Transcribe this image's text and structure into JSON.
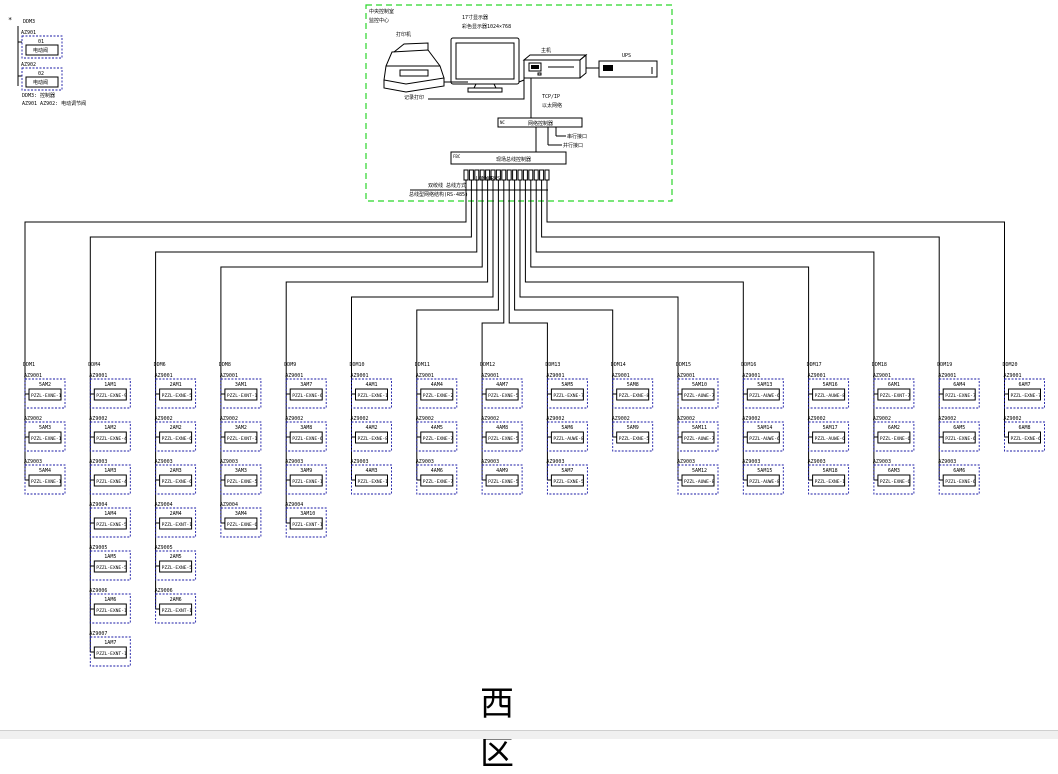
{
  "legend": {
    "note": "DDM3",
    "item1_tag": "AZ901",
    "item1_value": "01",
    "item1_label": "电动阀",
    "item2_tag": "AZ902",
    "item2_value": "02",
    "item2_label": "电动阀",
    "caption1": "DDM3: 控制器",
    "caption2": "AZ901 AZ902: 电动调节阀"
  },
  "control_room": {
    "title": "中央控制室",
    "subtitle": "监控中心",
    "printer_label": "打印机",
    "printer_caption": "记录打印",
    "monitor_label": "17寸显示器",
    "monitor_caption": "彩色显示器1024×768",
    "host_label": "主机",
    "ups_label": "UPS",
    "tcpip_label": "TCP/IP",
    "network_label": "以太网络",
    "router_label": "网络控制器",
    "router_port1": "串行接口",
    "router_port2": "并行接口",
    "hub_label": "现场总线控制器",
    "bus_label1": "LONWORKS",
    "bus_label2": "双绞线 总线方式",
    "bus_label3": "总线型网络结构(RS-485)"
  },
  "columns": [
    {
      "header": "DDM1",
      "devices": [
        {
          "tag": "AZ9001",
          "id": "5AM2",
          "model": "PZZL-EXNE-1"
        },
        {
          "tag": "AZ9002",
          "id": "5AM3",
          "model": "PZZL-EXNE-1"
        },
        {
          "tag": "AZ9003",
          "id": "5AM4",
          "model": "PZZL-EXNE-1"
        }
      ]
    },
    {
      "header": "DDM4",
      "devices": [
        {
          "tag": "AZ9001",
          "id": "1AM1",
          "model": "PZZL-EXNE-9"
        },
        {
          "tag": "AZ9002",
          "id": "1AM2",
          "model": "PZZL-EXNE-4"
        },
        {
          "tag": "AZ9003",
          "id": "1AM3",
          "model": "PZZL-EXNE-4"
        },
        {
          "tag": "AZ9004",
          "id": "1AM4",
          "model": "PZZL-EXNE-5"
        },
        {
          "tag": "AZ9005",
          "id": "1AM5",
          "model": "PZZL-EXNE-5"
        },
        {
          "tag": "AZ9006",
          "id": "1AM6",
          "model": "PZZL-EXNE-1"
        },
        {
          "tag": "AZ9007",
          "id": "1AM7",
          "model": "PZZL-EXNT-1"
        }
      ]
    },
    {
      "header": "DDM6",
      "devices": [
        {
          "tag": "AZ9001",
          "id": "2AM1",
          "model": "PZZL-EXNE-5"
        },
        {
          "tag": "AZ9002",
          "id": "2AM2",
          "model": "PZZL-EXNE-6"
        },
        {
          "tag": "AZ9003",
          "id": "2AM3",
          "model": "PZZL-EXNE-6"
        },
        {
          "tag": "AZ9004",
          "id": "2AM4",
          "model": "PZZL-EXNT-1"
        },
        {
          "tag": "AZ9005",
          "id": "2AM5",
          "model": "PZZL-EXNE-5"
        },
        {
          "tag": "AZ9006",
          "id": "2AM6",
          "model": "PZZL-EXNT-1"
        }
      ]
    },
    {
      "header": "DDM8",
      "devices": [
        {
          "tag": "AZ9001",
          "id": "3AM1",
          "model": "PZZL-EXNT-1"
        },
        {
          "tag": "AZ9002",
          "id": "3AM2",
          "model": "PZZL-EXNT-1"
        },
        {
          "tag": "AZ9003",
          "id": "3AM3",
          "model": "PZZL-EXNE-5"
        },
        {
          "tag": "AZ9004",
          "id": "3AM4",
          "model": "PZZL-EXNE-6"
        }
      ]
    },
    {
      "header": "DDM9",
      "devices": [
        {
          "tag": "AZ9001",
          "id": "3AM7",
          "model": "PZZL-EXNE-6"
        },
        {
          "tag": "AZ9002",
          "id": "3AM8",
          "model": "PZZL-EXNE-6"
        },
        {
          "tag": "AZ9003",
          "id": "3AM9",
          "model": "PZZL-EXNE-1"
        },
        {
          "tag": "AZ9004",
          "id": "3AM10",
          "model": "PZZL-EXNT-1"
        }
      ]
    },
    {
      "header": "DDM10",
      "devices": [
        {
          "tag": "AZ9001",
          "id": "4AM1",
          "model": "PZZL-EXNE-1"
        },
        {
          "tag": "AZ9002",
          "id": "4AM2",
          "model": "PZZL-EXNE-8"
        },
        {
          "tag": "AZ9003",
          "id": "4AM3",
          "model": "PZZL-EXNE-1"
        }
      ]
    },
    {
      "header": "DDM11",
      "devices": [
        {
          "tag": "AZ9001",
          "id": "4AM4",
          "model": "PZZL-EXNE-2"
        },
        {
          "tag": "AZ9002",
          "id": "4AM5",
          "model": "PZZL-EXNE-7"
        },
        {
          "tag": "AZ9003",
          "id": "4AM6",
          "model": "PZZL-EXNE-7"
        }
      ]
    },
    {
      "header": "DDM12",
      "devices": [
        {
          "tag": "AZ9001",
          "id": "4AM7",
          "model": "PZZL-EXNE-5"
        },
        {
          "tag": "AZ9002",
          "id": "4AM8",
          "model": "PZZL-EXNE-5"
        },
        {
          "tag": "AZ9003",
          "id": "4AM9",
          "model": "PZZL-EXNE-5"
        }
      ]
    },
    {
      "header": "DDM13",
      "devices": [
        {
          "tag": "AZ9001",
          "id": "5AM5",
          "model": "PZZL-EXNE-7"
        },
        {
          "tag": "AZ9002",
          "id": "5AM6",
          "model": "PZZL-AUWE-8"
        },
        {
          "tag": "AZ9003",
          "id": "5AM7",
          "model": "PZZL-EXNE-5"
        }
      ]
    },
    {
      "header": "DDM14",
      "devices": [
        {
          "tag": "AZ9001",
          "id": "5AM8",
          "model": "PZZL-EXNE-8"
        },
        {
          "tag": "AZ9002",
          "id": "5AM9",
          "model": "PZZL-EXNE-5"
        }
      ]
    },
    {
      "header": "DDM15",
      "devices": [
        {
          "tag": "AZ9001",
          "id": "5AM10",
          "model": "PZZL-AUWE-7"
        },
        {
          "tag": "AZ9002",
          "id": "5AM11",
          "model": "PZZL-AUWE-7"
        },
        {
          "tag": "AZ9003",
          "id": "5AM12",
          "model": "PZZL-AUWE-8"
        }
      ]
    },
    {
      "header": "DDM16",
      "devices": [
        {
          "tag": "AZ9001",
          "id": "5AM13",
          "model": "PZZL-AUWE-6"
        },
        {
          "tag": "AZ9002",
          "id": "5AM14",
          "model": "PZZL-AUWE-6"
        },
        {
          "tag": "AZ9003",
          "id": "5AM15",
          "model": "PZZL-AUWE-8"
        }
      ]
    },
    {
      "header": "DDM17",
      "devices": [
        {
          "tag": "AZ9001",
          "id": "5AM16",
          "model": "PZZL-AUWE-8"
        },
        {
          "tag": "AZ9002",
          "id": "5AM17",
          "model": "PZZL-AUWE-6"
        },
        {
          "tag": "AZ9003",
          "id": "5AM18",
          "model": "PZZL-EXNE-1"
        }
      ]
    },
    {
      "header": "DDM18",
      "devices": [
        {
          "tag": "AZ9001",
          "id": "6AM1",
          "model": "PZZL-EXNT-7"
        },
        {
          "tag": "AZ9002",
          "id": "6AM2",
          "model": "PZZL-EXNE-6"
        },
        {
          "tag": "AZ9003",
          "id": "6AM3",
          "model": "PZZL-EXNE-6"
        }
      ]
    },
    {
      "header": "DDM19",
      "devices": [
        {
          "tag": "AZ9001",
          "id": "6AM4",
          "model": "PZZL-EXNE-7"
        },
        {
          "tag": "AZ9002",
          "id": "6AM5",
          "model": "PZZL-EXNE-6"
        },
        {
          "tag": "AZ9003",
          "id": "6AM6",
          "model": "PZZL-EXNE-6"
        }
      ]
    },
    {
      "header": "DDM20",
      "devices": [
        {
          "tag": "AZ9001",
          "id": "6AM7",
          "model": "PZZL-EXNE-7"
        },
        {
          "tag": "AZ9002",
          "id": "6AM8",
          "model": "PZZL-EXNE-6"
        }
      ]
    }
  ],
  "footer_title": "西区"
}
